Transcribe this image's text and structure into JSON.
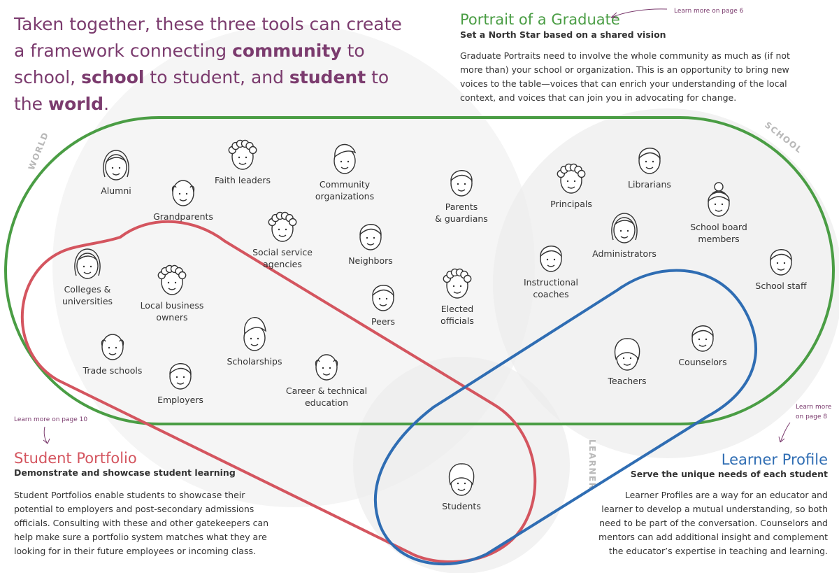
{
  "headline": {
    "p1": "Taken together, these three tools can create a framework connecting ",
    "b1": "community",
    "p2": " to school,",
    "b2": "school",
    "p3": " to student, and ",
    "b3": "student",
    "p4": " to the ",
    "b4": "world",
    "p5": "."
  },
  "portrait": {
    "title": "Portrait of a Graduate",
    "subtitle": "Set a North Star based on a shared vision",
    "body": "Graduate Portraits need to involve the whole community as much as (if not more than) your school or organization. This is an opportunity to bring new voices to the table—voices that can enrich your understanding of the local context, and voices that can join you in advocating for change.",
    "learn_more": "Learn more on page 6"
  },
  "portfolio": {
    "title": "Student Portfolio",
    "subtitle": "Demonstrate and showcase student learning",
    "body": "Student Portfolios enable students to showcase their potential to employers and post-secondary admissions officials. Consulting with these and other gatekeepers can help make sure a portfolio system matches what they are looking for in their future employees or incoming class.",
    "learn_more": "Learn more on page 10"
  },
  "profile": {
    "title": "Learner Profile",
    "subtitle": "Serve the unique needs of each student",
    "body": "Learner Profiles are a way for an educator and learner to develop a mutual understanding, so both need to be part of the conversation. Counselors and mentors can add additional insight and complement the educator’s expertise in teaching and learning.",
    "learn_more_1": "Learn more",
    "learn_more_2": "on page 8"
  },
  "circles": {
    "world": "WORLD",
    "school": "SCHOOL",
    "learner": "LEARNER"
  },
  "people": [
    {
      "key": "alumni",
      "label1": "Alumni",
      "label2": ""
    },
    {
      "key": "grandparents",
      "label1": "Grandparents",
      "label2": ""
    },
    {
      "key": "faith",
      "label1": "Faith leaders",
      "label2": ""
    },
    {
      "key": "community",
      "label1": "Community",
      "label2": "organizations"
    },
    {
      "key": "parents",
      "label1": "Parents",
      "label2": "& guardians"
    },
    {
      "key": "social",
      "label1": "Social service",
      "label2": "agencies"
    },
    {
      "key": "neighbors",
      "label1": "Neighbors",
      "label2": ""
    },
    {
      "key": "colleges",
      "label1": "Colleges &",
      "label2": "universities"
    },
    {
      "key": "localbiz",
      "label1": "Local business",
      "label2": "owners"
    },
    {
      "key": "peers",
      "label1": "Peers",
      "label2": ""
    },
    {
      "key": "elected",
      "label1": "Elected",
      "label2": "officials"
    },
    {
      "key": "trade",
      "label1": "Trade schools",
      "label2": ""
    },
    {
      "key": "scholarships",
      "label1": "Scholarships",
      "label2": ""
    },
    {
      "key": "employers",
      "label1": "Employers",
      "label2": ""
    },
    {
      "key": "career",
      "label1": "Career & technical",
      "label2": "education"
    },
    {
      "key": "principals",
      "label1": "Principals",
      "label2": ""
    },
    {
      "key": "librarians",
      "label1": "Librarians",
      "label2": ""
    },
    {
      "key": "schoolboard",
      "label1": "School board",
      "label2": "members"
    },
    {
      "key": "administrators",
      "label1": "Administrators",
      "label2": ""
    },
    {
      "key": "instructional",
      "label1": "Instructional",
      "label2": "coaches"
    },
    {
      "key": "schoolstaff",
      "label1": "School staff",
      "label2": ""
    },
    {
      "key": "teachers",
      "label1": "Teachers",
      "label2": ""
    },
    {
      "key": "counselors",
      "label1": "Counselors",
      "label2": ""
    },
    {
      "key": "students",
      "label1": "Students",
      "label2": ""
    }
  ],
  "colors": {
    "green": "#4a9d44",
    "red": "#d4555f",
    "blue": "#2f6db3",
    "purple": "#7b3b6e",
    "circle_fill": "#ececec"
  }
}
